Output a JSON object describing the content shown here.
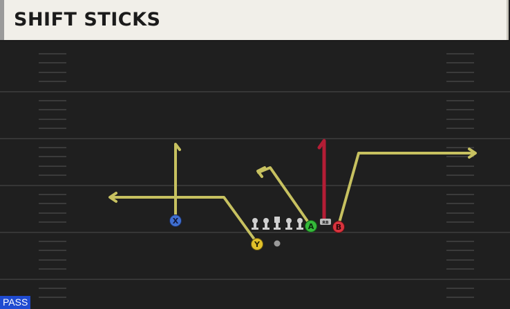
{
  "play": {
    "title": "SHIFT STICKS",
    "formation_type": "PASS"
  },
  "players": {
    "x": {
      "label": "X",
      "color": "#3f6fd1"
    },
    "y": {
      "label": "Y",
      "color": "#e2c12a"
    },
    "a": {
      "label": "A",
      "color": "#35b83a"
    },
    "b": {
      "label": "B",
      "color": "#d8333d"
    },
    "rb": {
      "label": "RB",
      "color": "#bcbcbc"
    }
  },
  "colors": {
    "route": "#c7c160",
    "block": "#b41d35",
    "field": "#1f1f1f",
    "yard_line": "#3a3a3a",
    "hash": "#3d3d3d",
    "header_bg": "#f1efe9"
  },
  "icons": {
    "lineman": "lineman-icon",
    "center": "center-icon",
    "quarterback": "quarterback-dot-icon"
  }
}
